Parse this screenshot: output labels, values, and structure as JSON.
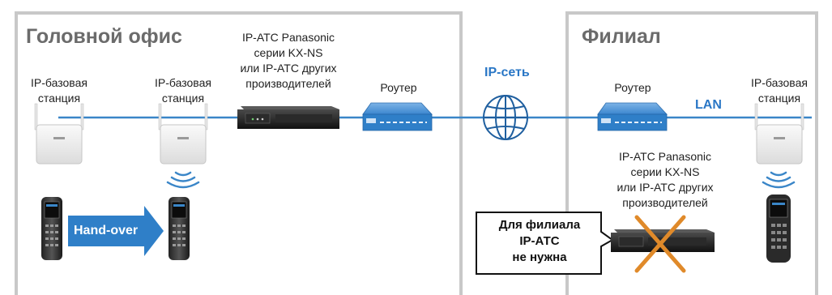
{
  "head_office": {
    "title": "Головной офис",
    "base1_label": "IP-базовая\nстанция",
    "base2_label": "IP-базовая\nстанция",
    "pbx_label": "IP-АТС Panasonic\nсерии KX-NS\nили IP-АТС других\nпроизводителей",
    "router_label": "Роутер",
    "handover_label": "Hand-over"
  },
  "network": {
    "label": "IP-сеть"
  },
  "branch": {
    "title": "Филиал",
    "router_label": "Роутер",
    "lan_label": "LAN",
    "base_label": "IP-базовая\nстанция",
    "pbx_label": "IP-АТС Panasonic\nсерии KX-NS\nили IP-АТС других\nпроизводителей",
    "callout_text": "Для филиала\nIP-АТС\nне нужна"
  },
  "colors": {
    "line": "#3a86c8",
    "accent": "#2a77c6",
    "panel_border": "#c8c8c8",
    "cross": "#e08a2a"
  }
}
